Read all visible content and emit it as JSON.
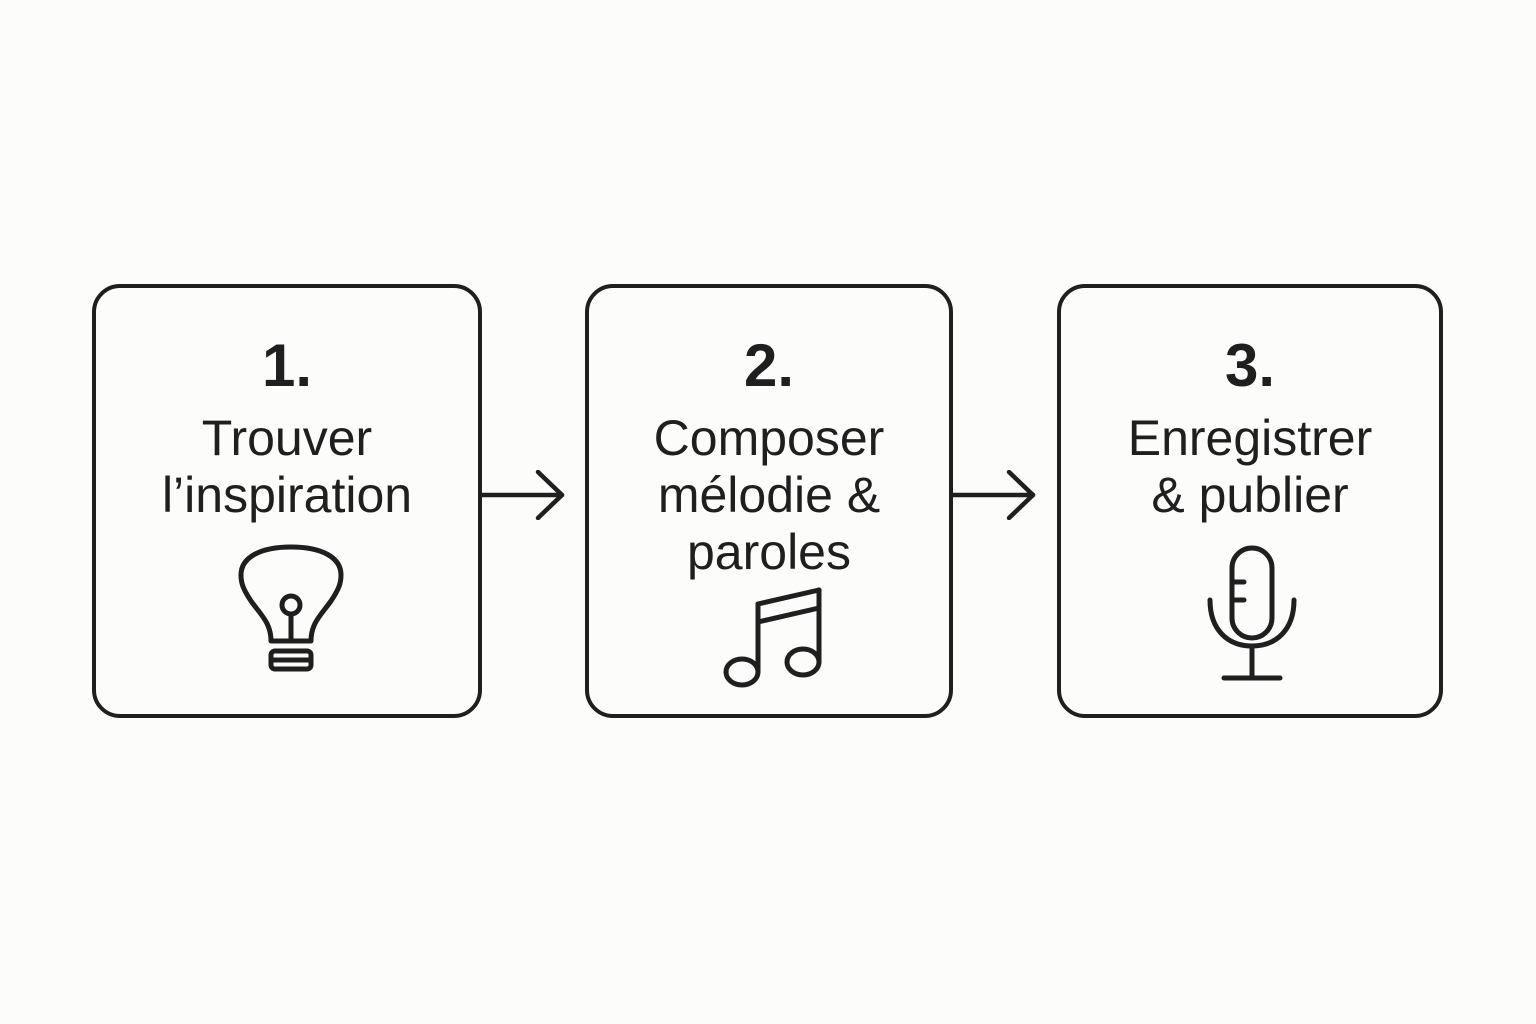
{
  "steps": [
    {
      "number": "1.",
      "title_lines": [
        "Trouver",
        "l’inspiration"
      ],
      "icon": "lightbulb-icon"
    },
    {
      "number": "2.",
      "title_lines": [
        "Composer",
        "mélodie &",
        "paroles"
      ],
      "icon": "music-note-icon"
    },
    {
      "number": "3.",
      "title_lines": [
        "Enregistrer",
        "& publier"
      ],
      "icon": "microphone-icon"
    }
  ],
  "colors": {
    "background": "#fcfcfa",
    "stroke": "#1f1f1f"
  }
}
